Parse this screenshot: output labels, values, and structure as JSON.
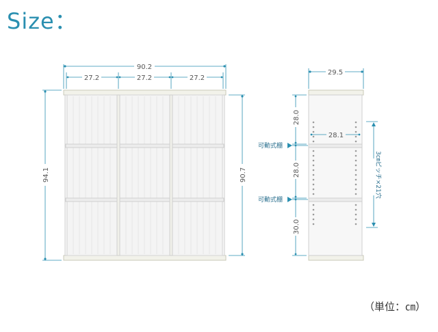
{
  "title": "Size：",
  "unit_note": "（単位：㎝）",
  "colors": {
    "accent": "#2a8fb0",
    "dimension_line": "#2a8fb0",
    "panel": "#f2f2ea"
  },
  "front_view": {
    "total_width": "90.2",
    "cell_widths": [
      "27.2",
      "27.2",
      "27.2"
    ],
    "total_height": "94.1",
    "inner_height": "90.7"
  },
  "side_view": {
    "depth": "29.5",
    "inner_depth": "28.1",
    "shelf_gaps": [
      "28.0",
      "28.0",
      "30.0"
    ],
    "adjustable_shelf_labels": [
      "可動式棚",
      "可動式棚"
    ],
    "hole_note": "3㎝ピッチ×21穴"
  }
}
